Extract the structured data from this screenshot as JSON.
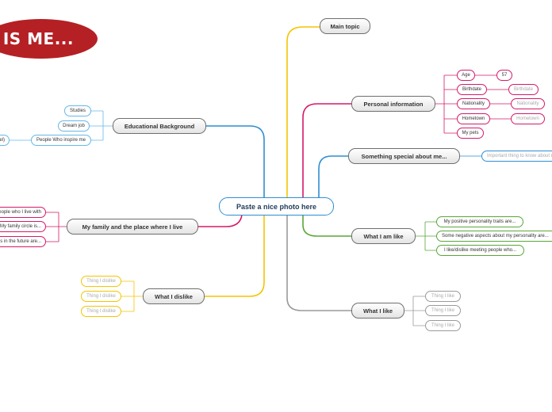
{
  "title_banner": "IS IS ME...",
  "central": "Paste a nice photo here",
  "colors": {
    "title_red": "#b52025",
    "blue": "#2f8ed1",
    "yellow": "#f5c400",
    "magenta": "#d41a6a",
    "green": "#5aa63a",
    "gray": "#9a9a9a",
    "light_blue": "#65b8e8"
  },
  "branches": {
    "main_topic": {
      "label": "Main topic"
    },
    "personal_information": {
      "label": "Personal information",
      "items": [
        {
          "label": "Age",
          "value": "57"
        },
        {
          "label": "Birthdate",
          "value": "Birthdate"
        },
        {
          "label": "Nationality",
          "value": "Nationality"
        },
        {
          "label": "Hometown",
          "value": "Hometown"
        },
        {
          "label": "My pets"
        }
      ]
    },
    "something_special": {
      "label": "Something special about me...",
      "items": [
        {
          "label": "Important thing to know about me"
        }
      ]
    },
    "what_i_am_like": {
      "label": "What I am like",
      "items": [
        {
          "label": "My positive personality traits are..."
        },
        {
          "label": "Some negative aspects about my personality are..."
        },
        {
          "label": "I like/dislike meeting people who..."
        }
      ]
    },
    "what_i_like": {
      "label": "What I like",
      "items": [
        {
          "label": "Thing I like"
        },
        {
          "label": "Thing I like"
        },
        {
          "label": "Thing I like"
        }
      ]
    },
    "educational_background": {
      "label": "Educational Background",
      "items": [
        {
          "label": "Studies"
        },
        {
          "label": "Dream job"
        },
        {
          "label": "People Who inspire me",
          "child": "(Role model)"
        }
      ]
    },
    "my_family": {
      "label": "My family and the place where I live",
      "items": [
        {
          "label": "The people who I live with"
        },
        {
          "label": "My family circle is..."
        },
        {
          "label": "My plans in the future are..."
        }
      ]
    },
    "what_i_dislike": {
      "label": "What I dislike",
      "items": [
        {
          "label": "Thing I dislike"
        },
        {
          "label": "Thing I dislike"
        },
        {
          "label": "Thing I dislike"
        }
      ]
    }
  }
}
